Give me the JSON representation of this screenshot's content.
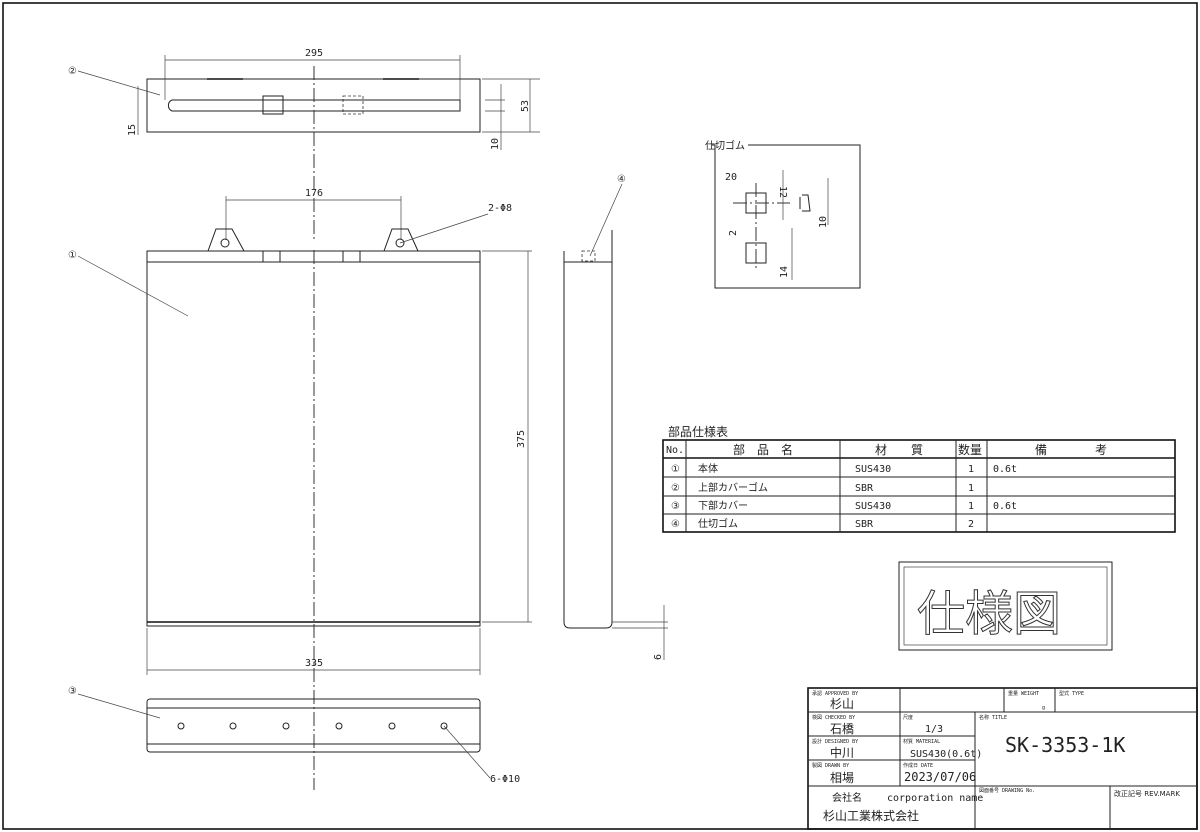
{
  "dimensions": {
    "top_width": "295",
    "top_depth": "53",
    "top_slot": "15",
    "top_offset": "10",
    "hole_pitch": "176",
    "hanger_holes": "2-Φ8",
    "height": "375",
    "width": "335",
    "side_offset": "6",
    "bottom_holes": "6-Φ10"
  },
  "balloons": {
    "p1": "①",
    "p2": "②",
    "p3": "③",
    "p4": "④"
  },
  "partition_detail": {
    "title": "仕切ゴム",
    "dims": {
      "width": "20",
      "top": "12",
      "gap": "2",
      "height": "14",
      "side": "10"
    }
  },
  "parts_table": {
    "caption": "部品仕様表",
    "headers": [
      "No.",
      "部　品　名",
      "材　　質",
      "数量",
      "備　　　　考"
    ],
    "rows": [
      {
        "no": "①",
        "name": "本体",
        "material": "SUS430",
        "qty": "1",
        "note": "0.6t"
      },
      {
        "no": "②",
        "name": "上部カバーゴム",
        "material": "SBR",
        "qty": "1",
        "note": ""
      },
      {
        "no": "③",
        "name": "下部カバー",
        "material": "SUS430",
        "qty": "1",
        "note": "0.6t"
      },
      {
        "no": "④",
        "name": "仕切ゴム",
        "material": "SBR",
        "qty": "2",
        "note": ""
      }
    ]
  },
  "stamp": "仕様図",
  "title_block": {
    "approved_label": "承認 APPROVED BY",
    "approved": "杉山",
    "checked_label": "検図 CHECKED BY",
    "checked": "石橋",
    "designed_label": "設計 DESIGNED BY",
    "designed": "中川",
    "drawn_label": "製図 DRAWN BY",
    "drawn": "相場",
    "scale_label": "尺度",
    "scale": "1/3",
    "material_label": "材質 MATERIAL",
    "material": "SUS430(0.6t)",
    "date_label": "作成日 DATE",
    "date": "2023/07/06",
    "weight_label": "重量 WEIGHT",
    "weight_unit": "g",
    "type_label": "型式 TYPE",
    "title_label": "名称 TITLE",
    "title": "SK-3353-1K",
    "company_label": "会社名",
    "company_label_en": "corporation name",
    "company": "杉山工業株式会社",
    "drawing_no_label": "図面番号 DRAWING No.",
    "rev_label": "改正記号 REV.MARK"
  }
}
